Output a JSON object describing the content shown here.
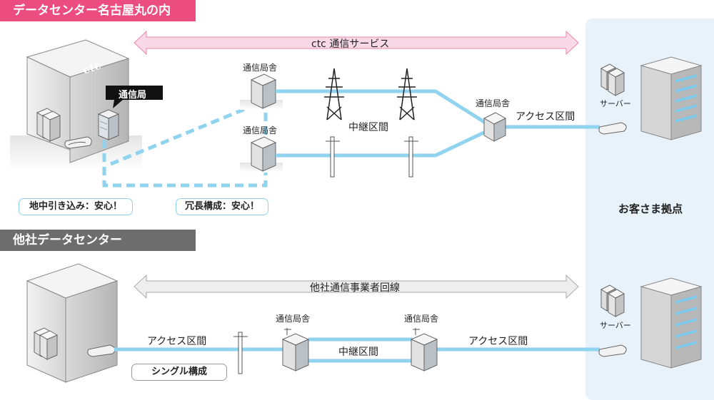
{
  "sections": {
    "top": {
      "title": "データセンター名古屋丸の内",
      "color": "#ec4d80"
    },
    "bottom": {
      "title": "他社データセンター",
      "color": "#6d6d6d"
    }
  },
  "top": {
    "service_label": "ctc 通信サービス",
    "building_logo": "ctc",
    "callout": "通信局",
    "station_upper": "通信局舎",
    "station_lower": "通信局舎",
    "station_right": "通信局舎",
    "relay_label": "中継区間",
    "access_label": "アクセス区間",
    "server_label": "サーバー",
    "badge_underground": "地中引き込み：安心！",
    "badge_redundant": "冗長構成：安心！"
  },
  "bottom": {
    "service_label": "他社通信事業者回線",
    "access_left": "アクセス区間",
    "station_left": "通信局舎",
    "station_right": "通信局舎",
    "relay_label": "中継区間",
    "access_right": "アクセス区間",
    "server_label": "サーバー",
    "badge_single": "シングル構成"
  },
  "customer": {
    "label": "お客さま拠点"
  },
  "colors": {
    "line": "#8fd3ee",
    "dashed": "#8fd3ee",
    "pink_arrow": "#f9d9e6",
    "gray_arrow": "#eeeeee",
    "customer_panel": "#e8f2fa"
  }
}
